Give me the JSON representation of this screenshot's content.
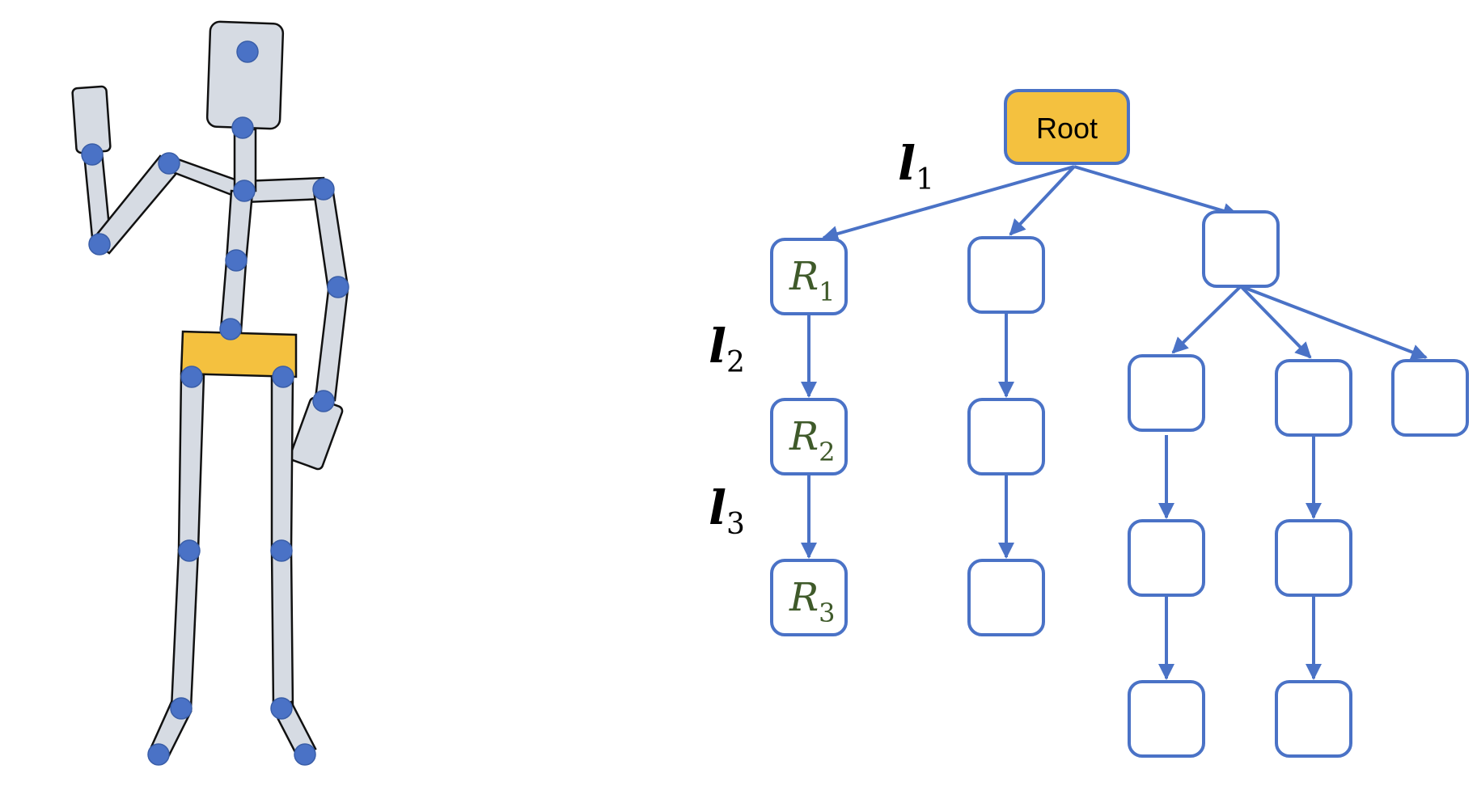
{
  "diagram": {
    "root_label": "Root",
    "root_color": "#f4c13f",
    "accent_color": "#4a72c6",
    "bone_color": "#d6dbe3",
    "pelvis_color": "#f4c13f",
    "nodes": [
      {
        "letter": "R",
        "sub": "1"
      },
      {
        "letter": "R",
        "sub": "2"
      },
      {
        "letter": "R",
        "sub": "3"
      }
    ],
    "levels": [
      {
        "letter": "l",
        "sub": "1"
      },
      {
        "letter": "l",
        "sub": "2"
      },
      {
        "letter": "l",
        "sub": "3"
      }
    ]
  }
}
